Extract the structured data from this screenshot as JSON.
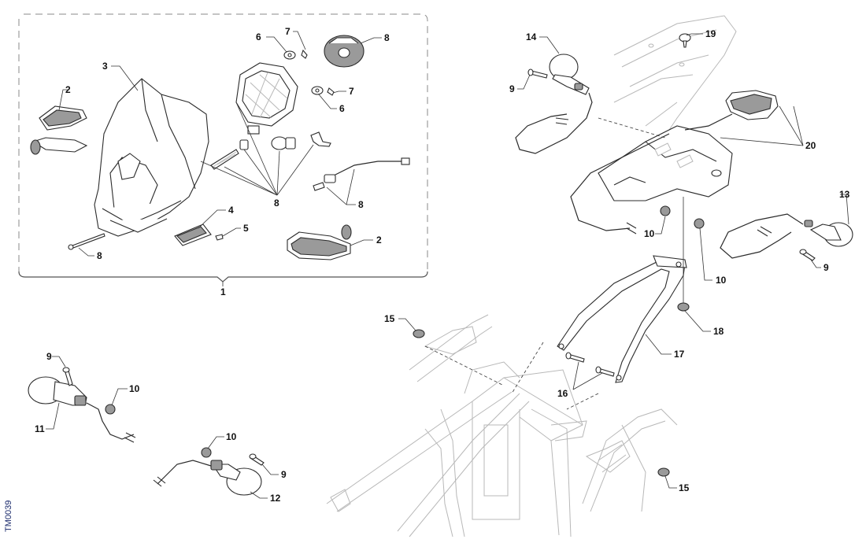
{
  "diagram": {
    "drawing_code": "TM0039",
    "callouts": {
      "headlight_assembly": "1",
      "mount_bracket_left": "2",
      "mount_bracket_right": "2",
      "headlight_fairing": "3",
      "fairing_clip": "4",
      "clip_screw": "5",
      "washer_upper": "6",
      "washer_lower": "6",
      "screw_upper": "7",
      "screw_lower": "7",
      "bulb_cover": "8",
      "bulb_kit": "8",
      "harness": "8",
      "fairing_bolt": "8",
      "turn_signal_rear_right": "13",
      "turn_signal_rear_left": "14",
      "turn_signal_front_left": "11",
      "turn_signal_front_right": "12",
      "screw_rear_left_signal": "9",
      "screw_rear_right_signal": "9",
      "screw_front_left_signal": "9",
      "screw_front_right_signal": "9",
      "nut_rear_mid": "10",
      "nut_rear_right": "10",
      "nut_front_left": "10",
      "nut_front_right": "10",
      "grommet_frame_left": "15",
      "grommet_frame_right": "15",
      "handle_screws": "16",
      "grab_handle": "17",
      "grommet_handle": "18",
      "plate_screw": "19",
      "tail_light": "20"
    }
  }
}
